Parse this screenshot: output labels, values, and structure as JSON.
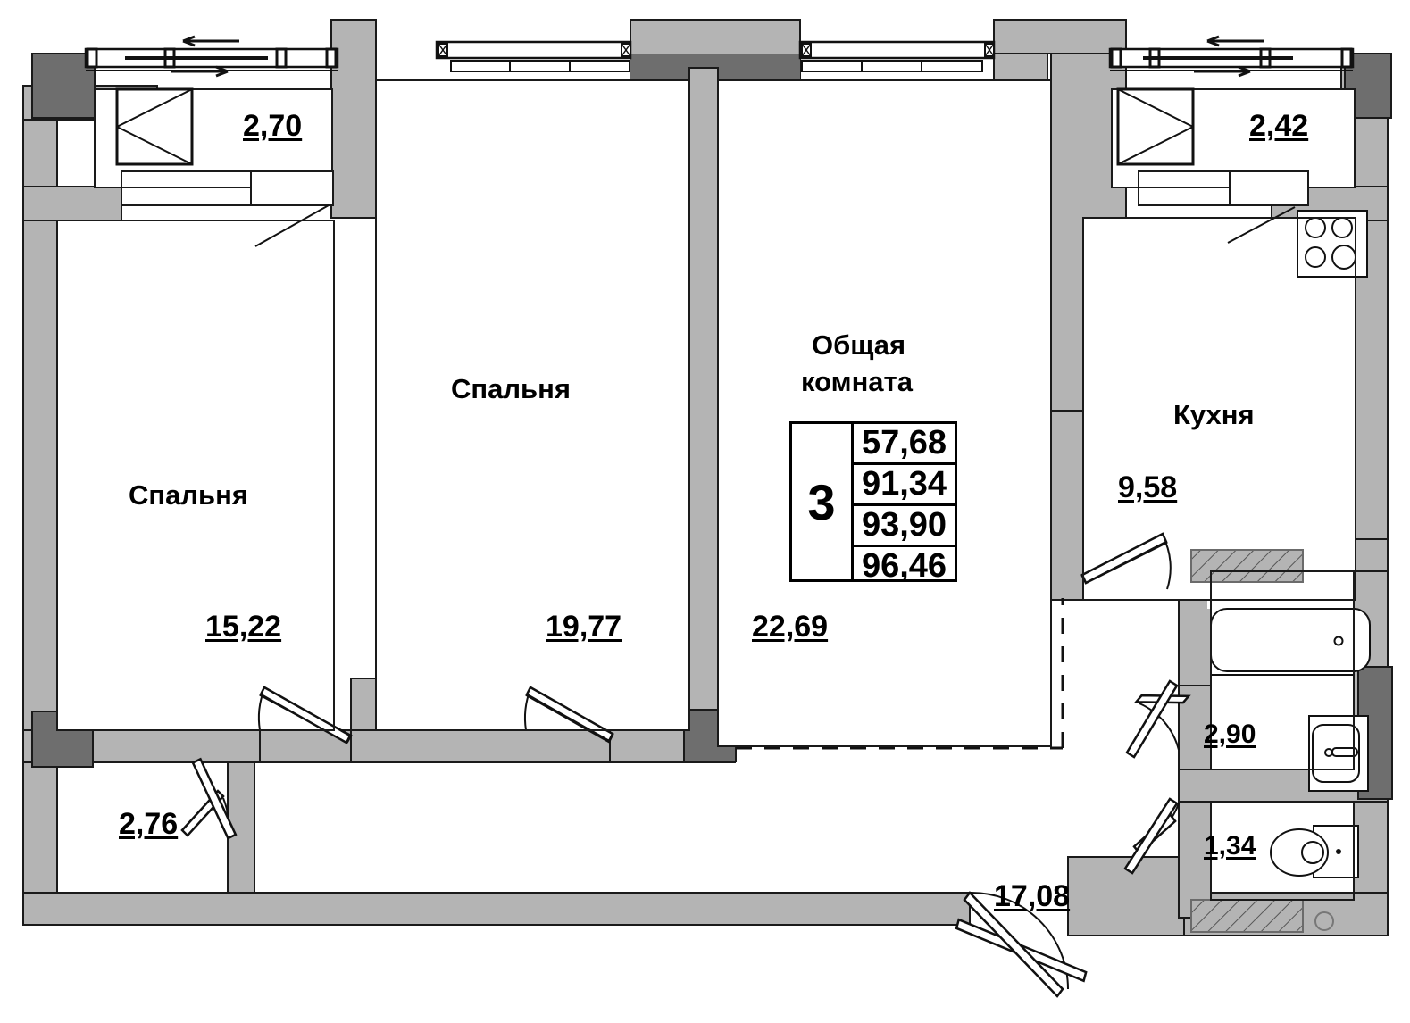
{
  "plan": {
    "type": "apartment-floor-plan",
    "language": "ru",
    "colors": {
      "wall": "#b4b4b4",
      "pier": "#6e6e6e",
      "outline": "#1a1a1a",
      "text": "#000000",
      "background": "#ffffff"
    }
  },
  "summary": {
    "rooms_count": "3",
    "areas": [
      "57,68",
      "91,34",
      "93,90",
      "96,46"
    ]
  },
  "rooms": [
    {
      "id": "bedroom-left",
      "name": "Спальня",
      "area": "15,22"
    },
    {
      "id": "bedroom-middle",
      "name": "Спальня",
      "area": "19,77"
    },
    {
      "id": "living-room",
      "name": "Общая",
      "name2": "комната",
      "area": "22,69"
    },
    {
      "id": "kitchen",
      "name": "Кухня",
      "area": "9,58"
    },
    {
      "id": "balcony-left",
      "name": "",
      "area": "2,70"
    },
    {
      "id": "balcony-right",
      "name": "",
      "area": "2,42"
    },
    {
      "id": "storage",
      "name": "",
      "area": "2,76"
    },
    {
      "id": "bathroom",
      "name": "",
      "area": "2,90"
    },
    {
      "id": "wc",
      "name": "",
      "area": "1,34"
    },
    {
      "id": "hallway",
      "name": "",
      "area": "17,08"
    }
  ],
  "fixtures": [
    {
      "id": "stove",
      "name": "stove-icon"
    },
    {
      "id": "bathtub",
      "name": "bathtub-icon"
    },
    {
      "id": "sink",
      "name": "sink-icon"
    },
    {
      "id": "toilet",
      "name": "toilet-icon"
    }
  ]
}
